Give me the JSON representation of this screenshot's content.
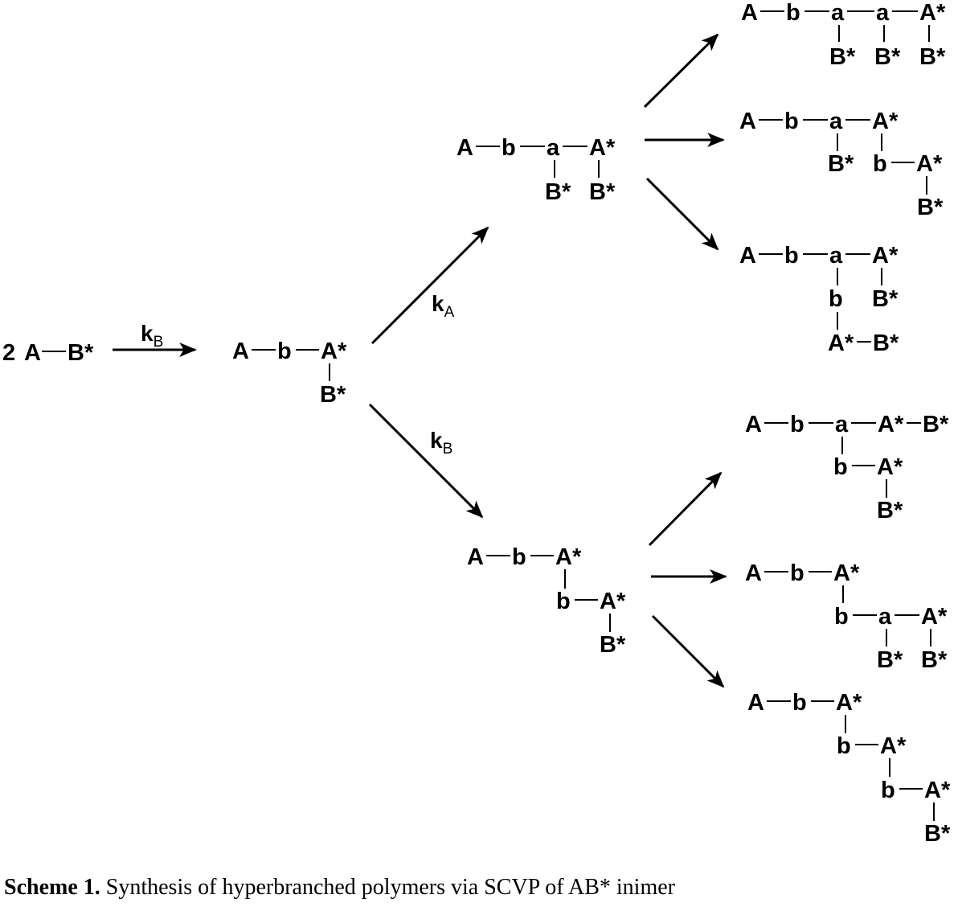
{
  "caption": {
    "label": "Scheme 1.",
    "text": "Synthesis of hyperbranched polymers via SCVP of AB* inimer"
  },
  "rates": {
    "initial": {
      "k": "k",
      "sub": "B"
    },
    "upper": {
      "k": "k",
      "sub": "A"
    },
    "lower": {
      "k": "k",
      "sub": "B"
    }
  },
  "reactant": {
    "coefficient": "2",
    "groups": [
      "A",
      "B*"
    ]
  },
  "structures": [
    {
      "id": "dimer",
      "groups": [
        "A",
        "b",
        "A*",
        "B*"
      ]
    },
    {
      "id": "trimer-upper",
      "groups": [
        "A",
        "b",
        "a",
        "A*",
        "B*",
        "B*"
      ]
    },
    {
      "id": "trimer-lower",
      "groups": [
        "A",
        "b",
        "A*",
        "b",
        "A*",
        "B*"
      ]
    },
    {
      "id": "product-1",
      "groups": [
        "A",
        "b",
        "a",
        "a",
        "A*",
        "B*",
        "B*",
        "B*"
      ]
    },
    {
      "id": "product-2",
      "groups": [
        "A",
        "b",
        "a",
        "A*",
        "B*",
        "b",
        "A*",
        "B*"
      ]
    },
    {
      "id": "product-3",
      "groups": [
        "A",
        "b",
        "a",
        "A*",
        "b",
        "B*",
        "A*",
        "B*"
      ]
    },
    {
      "id": "product-4",
      "groups": [
        "A",
        "b",
        "a",
        "A*",
        "B*",
        "b",
        "A*",
        "B*"
      ]
    },
    {
      "id": "product-5",
      "groups": [
        "A",
        "b",
        "A*",
        "b",
        "a",
        "A*",
        "B*",
        "B*"
      ]
    },
    {
      "id": "product-6",
      "groups": [
        "A",
        "b",
        "A*",
        "b",
        "A*",
        "b",
        "A*",
        "B*"
      ]
    }
  ]
}
